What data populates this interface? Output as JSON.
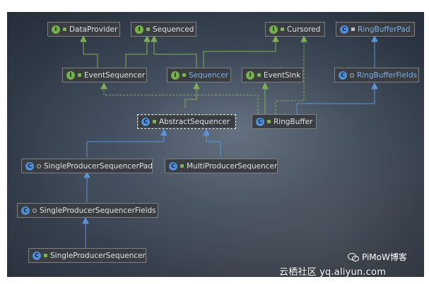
{
  "nodes": {
    "data_provider": {
      "label": "DataProvider",
      "badge": "I"
    },
    "sequenced": {
      "label": "Sequenced",
      "badge": "I"
    },
    "cursored": {
      "label": "Cursored",
      "badge": "I"
    },
    "ring_buffer_pad": {
      "label": "RingBufferPad",
      "badge": "C"
    },
    "event_sequencer": {
      "label": "EventSequencer",
      "badge": "I"
    },
    "sequencer": {
      "label": "Sequencer",
      "badge": "I"
    },
    "event_sink": {
      "label": "EventSink",
      "badge": "I"
    },
    "ring_buffer_fields": {
      "label": "RingBufferFields",
      "badge": "C"
    },
    "abstract_sequencer": {
      "label": "AbstractSequencer",
      "badge": "C"
    },
    "ring_buffer": {
      "label": "RingBuffer",
      "badge": "C"
    },
    "single_producer_sequencer_pad": {
      "label": "SingleProducerSequencerPad",
      "badge": "C"
    },
    "multi_producer_sequencer": {
      "label": "MultiProducerSequencer",
      "badge": "C"
    },
    "single_producer_sequencer_fields": {
      "label": "SingleProducerSequencerFields",
      "badge": "C"
    },
    "single_producer_sequencer": {
      "label": "SingleProducerSequencer",
      "badge": "C"
    }
  },
  "colors": {
    "implements_edge": "#7fae57",
    "extends_edge": "#5c93d8",
    "label_blue": "#7fb0e8"
  },
  "watermark": {
    "wechat": "PiMoW博客",
    "site": "云栖社区 yq.aliyun.com"
  }
}
